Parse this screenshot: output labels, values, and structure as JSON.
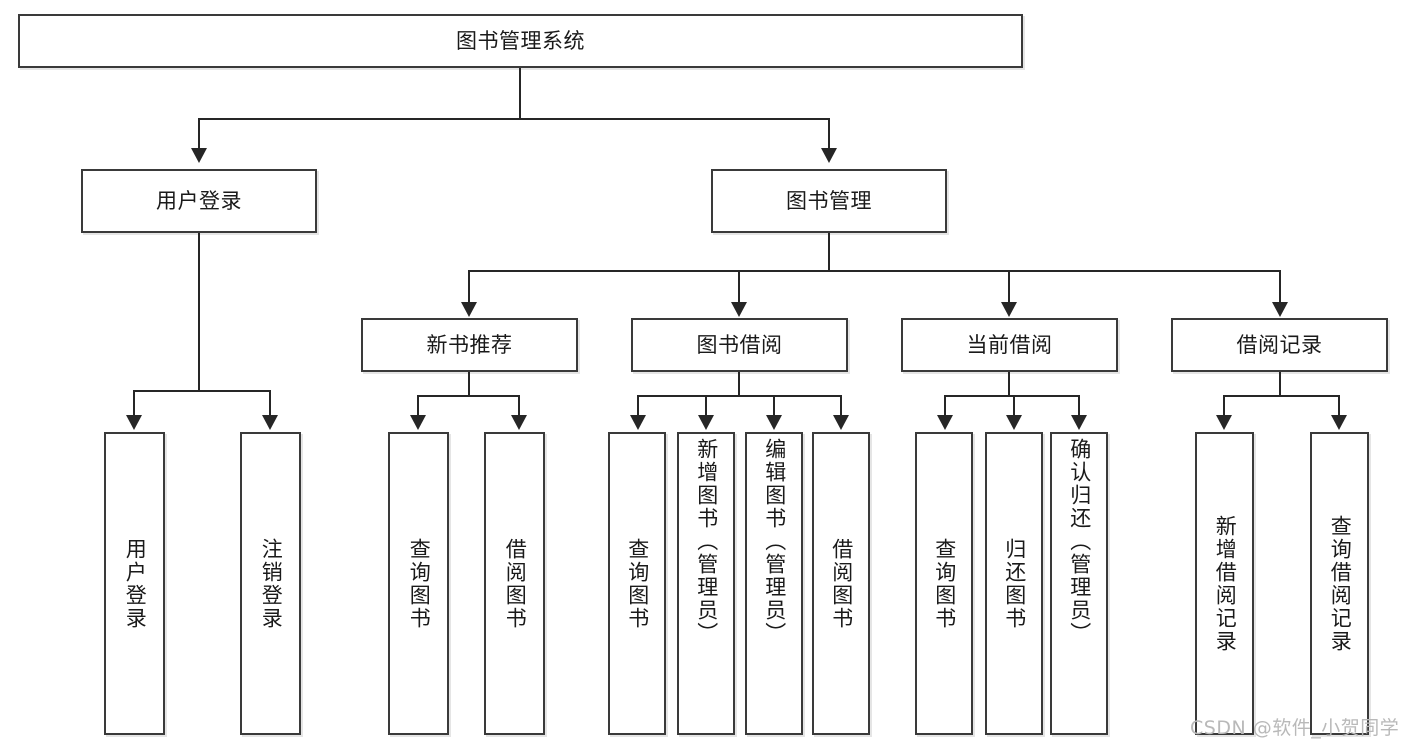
{
  "diagram": {
    "title": "图书管理系统",
    "root": {
      "label": "图书管理系统"
    },
    "level2": [
      {
        "label": "用户登录"
      },
      {
        "label": "图书管理"
      }
    ],
    "level3": [
      {
        "label": "新书推荐"
      },
      {
        "label": "图书借阅"
      },
      {
        "label": "当前借阅"
      },
      {
        "label": "借阅记录"
      }
    ],
    "leaves": {
      "user_login": [
        {
          "label": "用户登录"
        },
        {
          "label": "注销登录"
        }
      ],
      "new_book_recommend": [
        {
          "label": "查询图书"
        },
        {
          "label": "借阅图书"
        }
      ],
      "book_borrow": [
        {
          "label": "查询图书"
        },
        {
          "label": "新增图书（管理员）"
        },
        {
          "label": "编辑图书（管理员）"
        },
        {
          "label": "借阅图书"
        }
      ],
      "current_borrow": [
        {
          "label": "查询图书"
        },
        {
          "label": "归还图书"
        },
        {
          "label": "确认归还（管理员）"
        }
      ],
      "borrow_record": [
        {
          "label": "新增借阅记录"
        },
        {
          "label": "查询借阅记录"
        }
      ]
    }
  },
  "watermark": {
    "text": "CSDN @软件_小贺同学"
  },
  "colors": {
    "box_border": "#3a3a3a",
    "line": "#262626",
    "text": "#1a1a1a",
    "background": "#ffffff",
    "watermark": "#b9b9b9"
  }
}
